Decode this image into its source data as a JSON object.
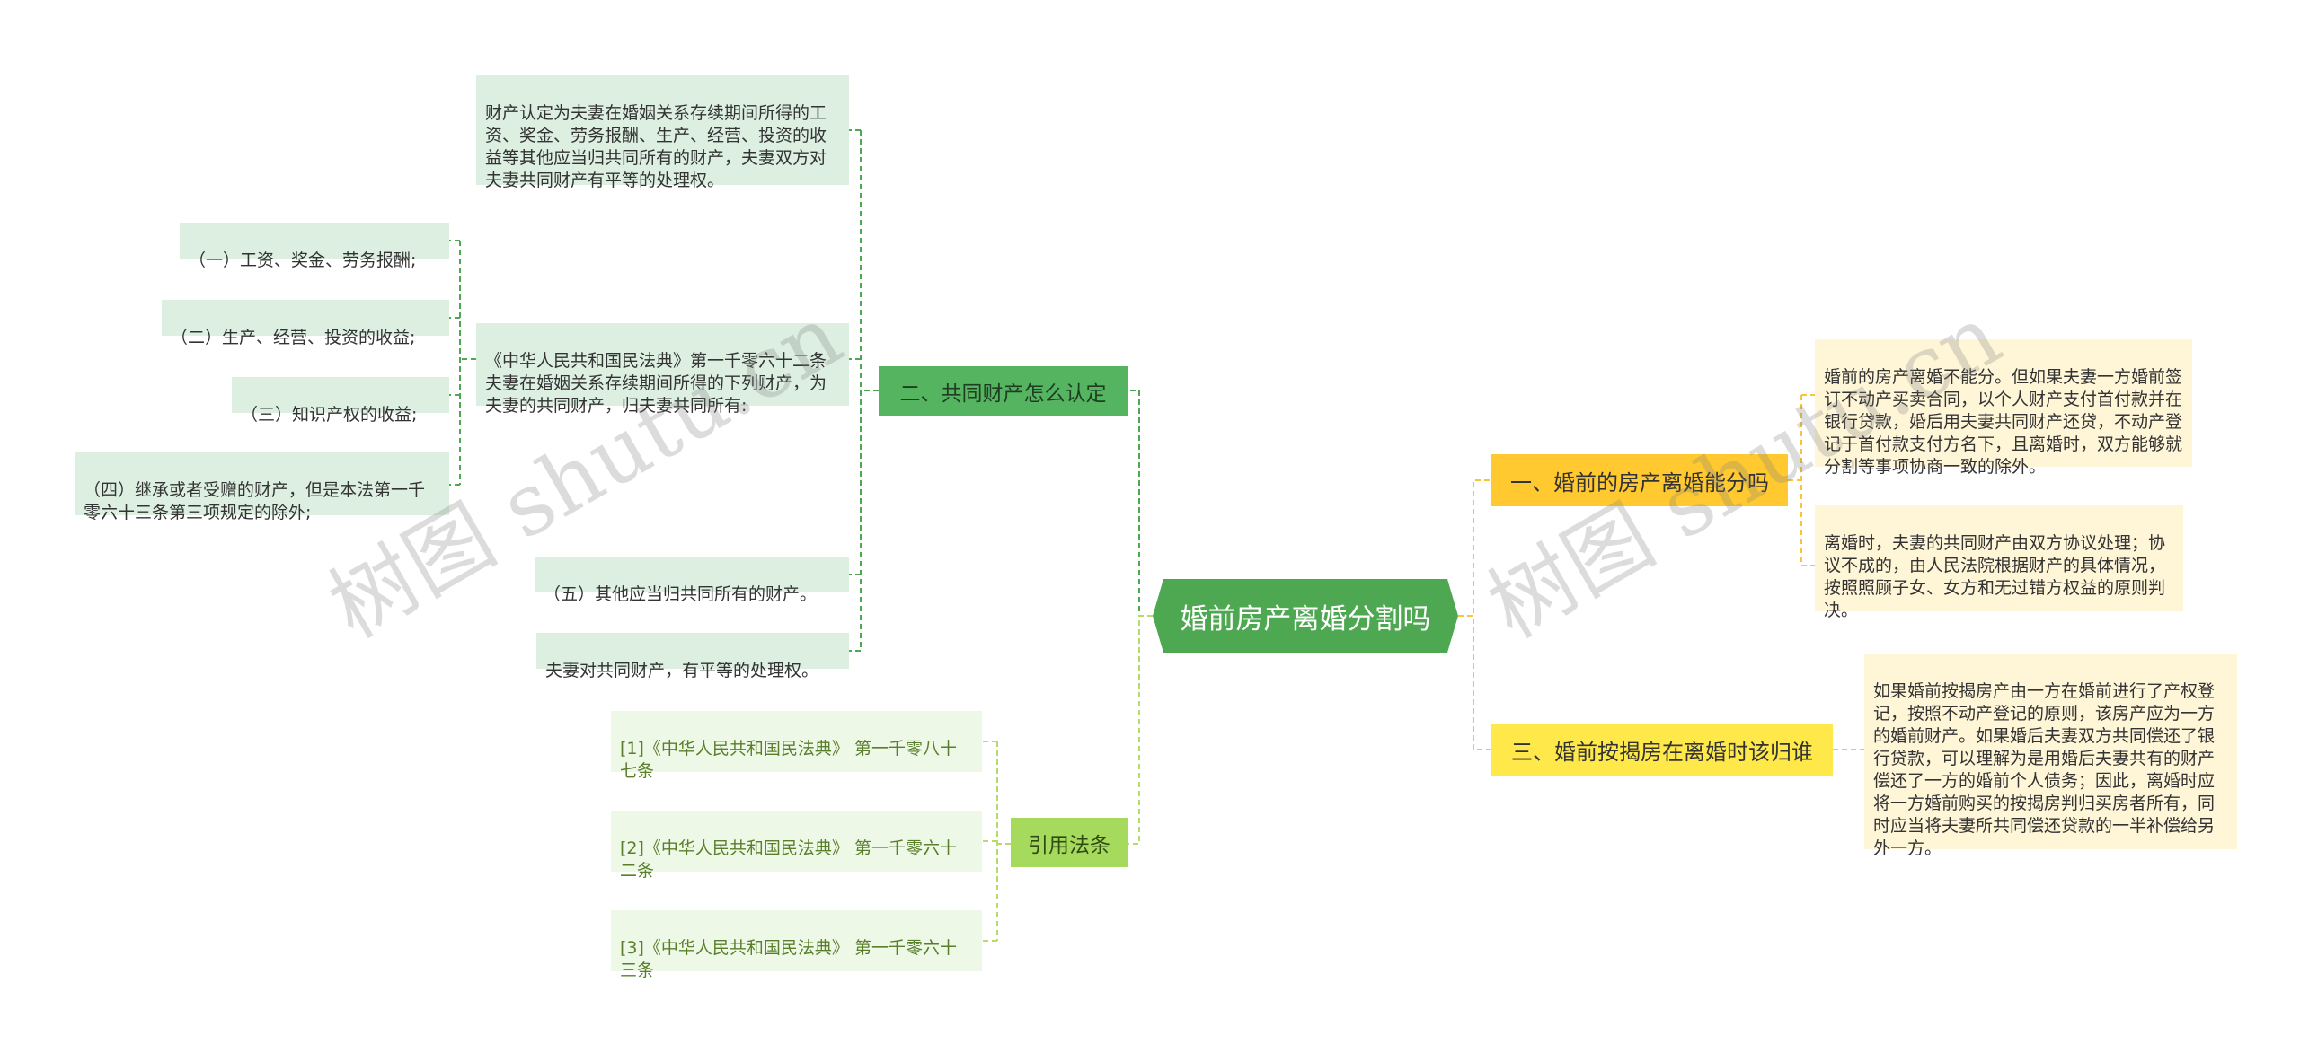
{
  "root": {
    "title": "婚前房产离婚分割吗"
  },
  "branches": {
    "b1": {
      "label": "一、婚前的房产离婚能分吗",
      "leaves": [
        "婚前的房产离婚不能分。但如果夫妻一方婚前签订不动产买卖合同，以个人财产支付首付款并在银行贷款，婚后用夫妻共同财产还贷，不动产登记于首付款支付方名下，且离婚时，双方能够就分割等事项协商一致的除外。",
        "离婚时，夫妻的共同财产由双方协议处理；协议不成的，由人民法院根据财产的具体情况，按照照顾子女、女方和无过错方权益的原则判决。"
      ]
    },
    "b2": {
      "label": "二、共同财产怎么认定",
      "leaves": [
        "财产认定为夫妻在婚姻关系存续期间所得的工资、奖金、劳务报酬、生产、经营、投资的收益等其他应当归共同所有的财产，夫妻双方对夫妻共同财产有平等的处理权。",
        "《中华人民共和国民法典》第一千零六十二条夫妻在婚姻关系存续期间所得的下列财产，为夫妻的共同财产，归夫妻共同所有:",
        "（五）其他应当归共同所有的财产。",
        "夫妻对共同财产，有平等的处理权。"
      ],
      "sub_leaves": [
        "（一）工资、奖金、劳务报酬;",
        "（二）生产、经营、投资的收益;",
        "（三）知识产权的收益;",
        "（四）继承或者受赠的财产，但是本法第一千零六十三条第三项规定的除外;"
      ]
    },
    "b3": {
      "label": "三、婚前按揭房在离婚时该归谁",
      "leaves": [
        "如果婚前按揭房产由一方在婚前进行了产权登记，按照不动产登记的原则，该房产应为一方的婚前财产。如果婚后夫妻双方共同偿还了银行贷款，可以理解为是用婚后夫妻共有的财产偿还了一方的婚前个人债务；因此，离婚时应将一方婚前购买的按揭房判归买房者所有，同时应当将夫妻所共同偿还贷款的一半补偿给另外一方。"
      ]
    },
    "b4": {
      "label": "引用法条",
      "leaves": [
        "[1]《中华人民共和国民法典》 第一千零八十七条",
        "[2]《中华人民共和国民法典》 第一千零六十二条",
        "[3]《中华人民共和国民法典》 第一千零六十三条"
      ]
    }
  },
  "watermarks": [
    "树图 shutu.cn",
    "树图 shutu.cn"
  ],
  "colors": {
    "root": "#4ea851",
    "branch_green": "#54b45f",
    "branch_lime": "#a5da5c",
    "branch_orange": "#ffc92f",
    "branch_yellow": "#ffe94a",
    "wire_green": "#4ea851",
    "wire_lime": "#b5dc6a",
    "wire_yellow": "#f5c638"
  }
}
